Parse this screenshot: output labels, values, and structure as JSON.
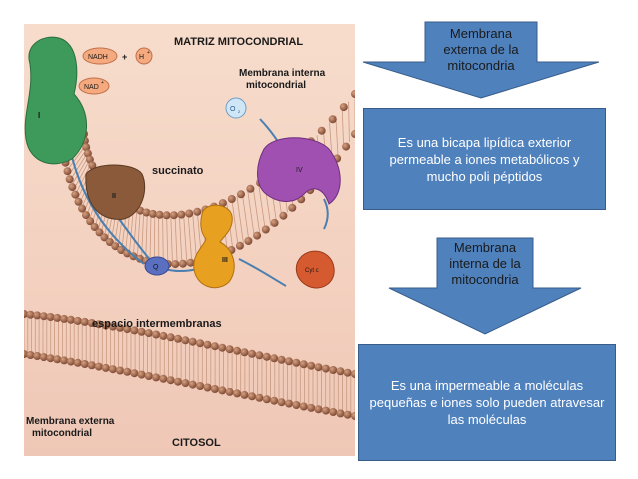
{
  "illustration": {
    "matrix_label": "MATRIZ MITOCONDRIAL",
    "inner_membrane_label_1": "Membrana interna",
    "inner_membrane_label_2": "mitocondrial",
    "succinate_label": "succinato",
    "intermembrane_label": "espacio intermembranas",
    "outer_membrane_label_1": "Membrana externa",
    "outer_membrane_label_2": "mitocondrial",
    "cytosol_label": "CITOSOL",
    "nadh": "NADH",
    "plus": "+",
    "h_plus": "H",
    "nad_plus": "NAD",
    "o2": "O",
    "complex_1": "I",
    "complex_2": "II",
    "complex_3": "III",
    "complex_4": "IV",
    "q": "Q",
    "cyt_c": "Cyt c"
  },
  "callouts": {
    "outer_arrow_text": "Membrana externa de la mitocondria",
    "outer_box_text": "Es  una bicapa lipídica exterior permeable a iones metabólicos y mucho poli péptidos",
    "inner_arrow_text": "Membrana interna de la mitocondria",
    "inner_box_text": "Es una impermeable a moléculas pequeñas e iones solo pueden atravesar las moléculas"
  },
  "colors": {
    "box_fill": "#4f81bd",
    "arrow_fill": "#4f81bd",
    "complex_1": "#3e9a5a",
    "complex_2": "#8a5a3a",
    "complex_3": "#e8a020",
    "complex_4": "#a050b0",
    "cyt_c": "#d65a30",
    "q": "#5a6fc0"
  }
}
